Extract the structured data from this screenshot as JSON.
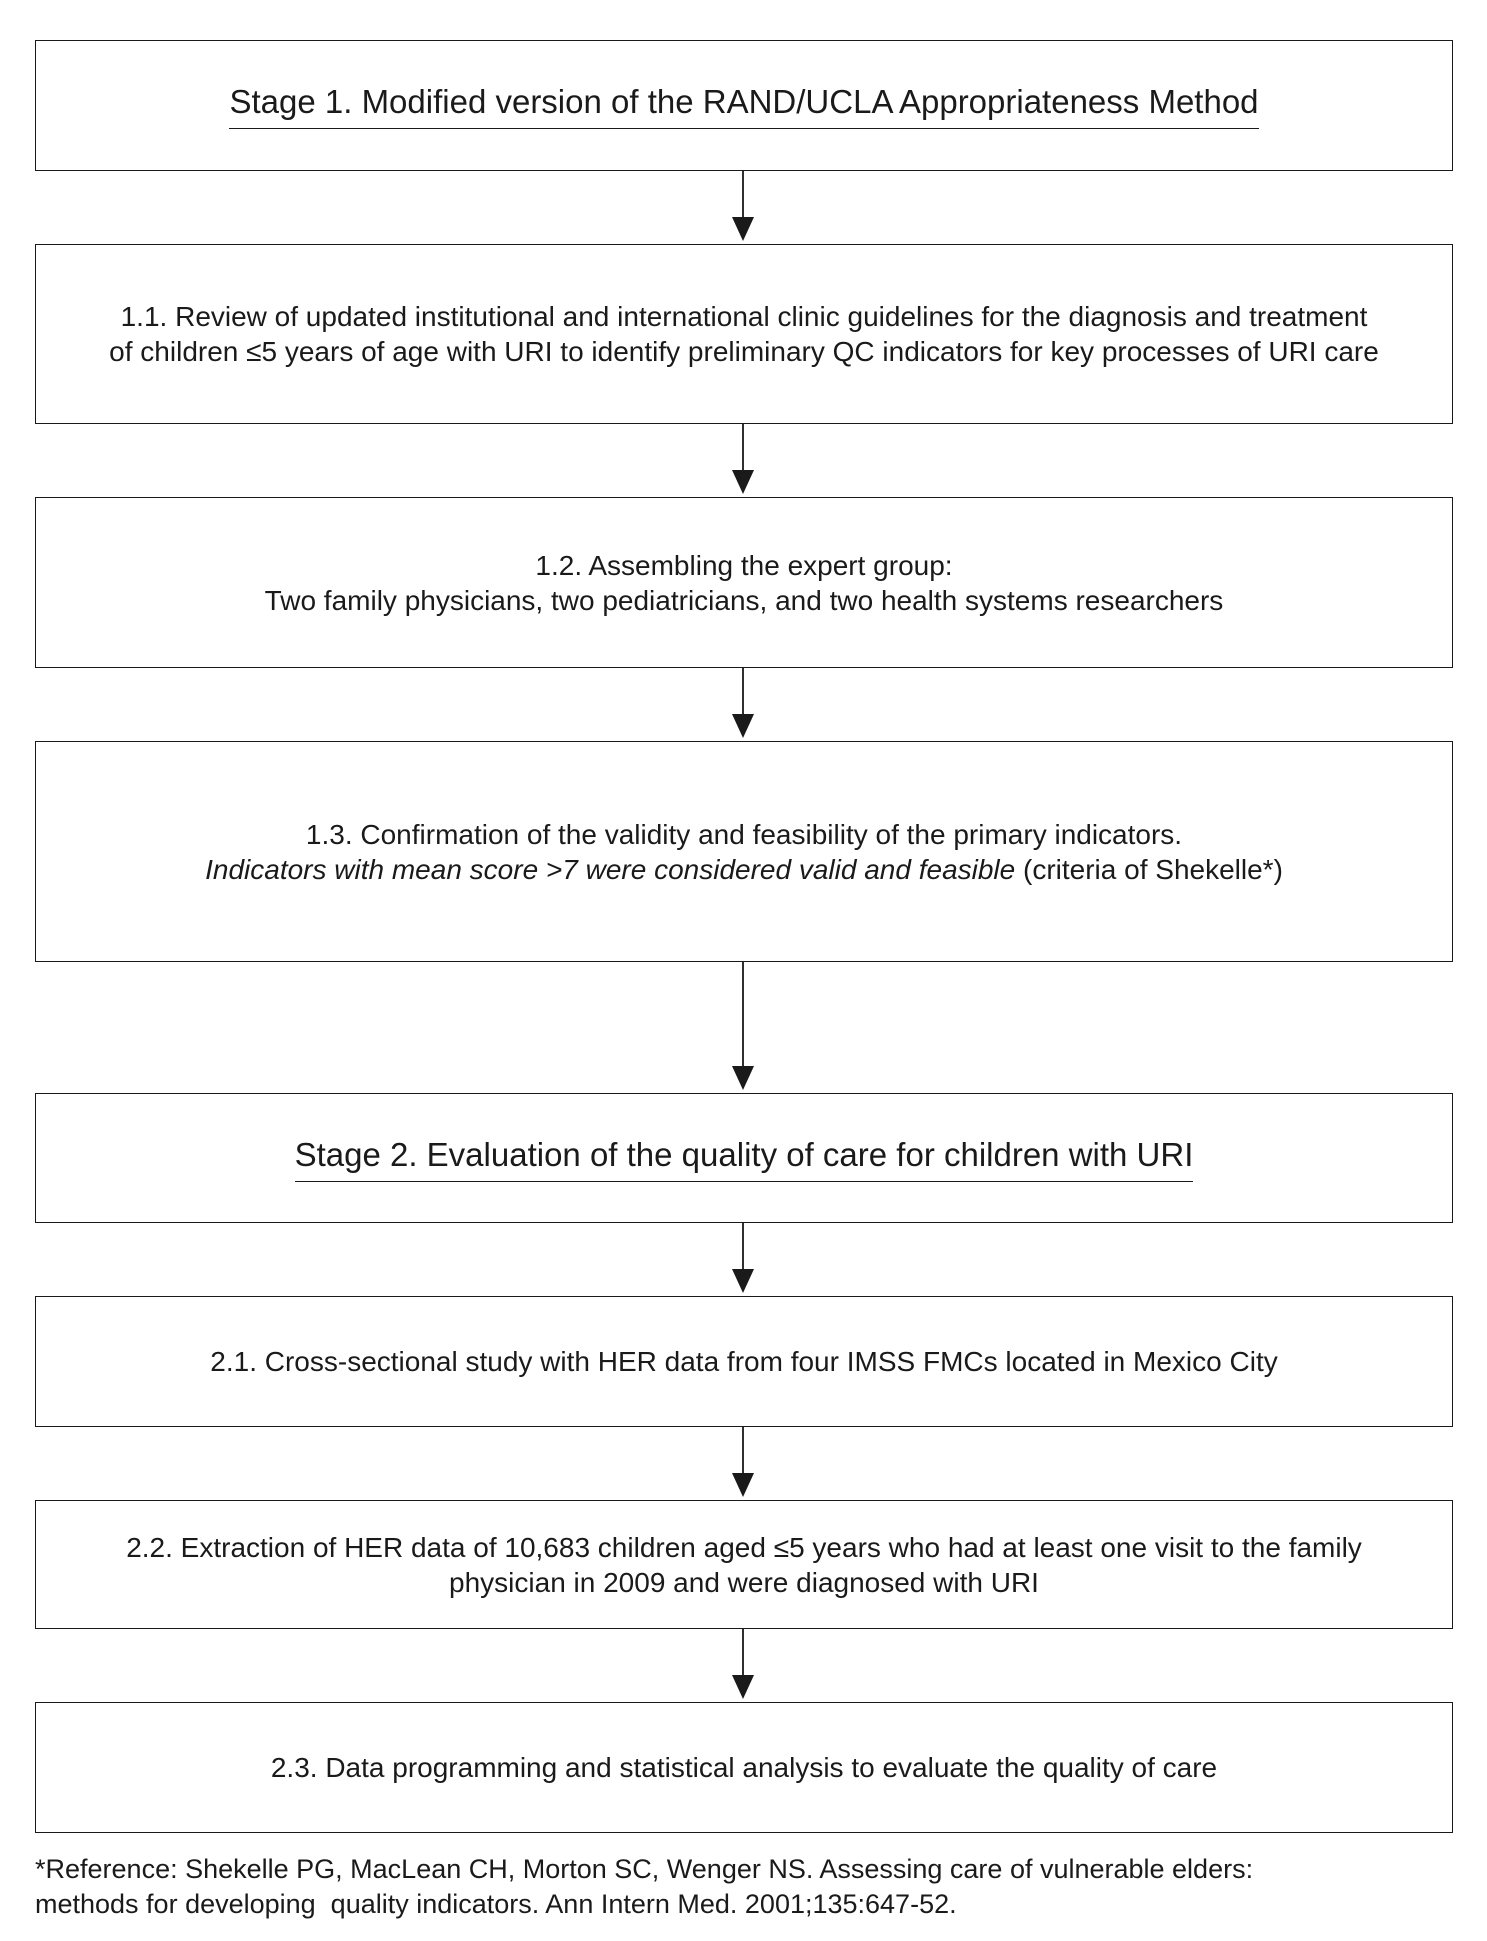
{
  "stage1": {
    "title": "Stage 1. Modified version of the RAND/UCLA Appropriateness Method",
    "step1_1": {
      "line1": "1.1. Review of updated institutional and international clinic guidelines for the diagnosis and treatment",
      "line2": "of children ≤5 years of age with URI to identify preliminary QC indicators for key processes of URI care"
    },
    "step1_2": {
      "line1": "1.2. Assembling the expert group:",
      "line2": "Two family physicians, two pediatricians, and two health systems researchers"
    },
    "step1_3": {
      "line1": "1.3. Confirmation of the validity and feasibility of the primary indicators.",
      "line2_italic": "Indicators with mean score >7 were considered valid and feasible",
      "line2_rest": " (criteria of Shekelle*)"
    }
  },
  "stage2": {
    "title": "Stage 2. Evaluation of the quality of care for children with URI",
    "step2_1": "2.1. Cross-sectional study with HER data from four IMSS FMCs located in Mexico City",
    "step2_2": {
      "line1": "2.2. Extraction of HER data of 10,683 children aged ≤5 years who had at least one visit to the family",
      "line2": "physician in 2009 and were diagnosed with URI"
    },
    "step2_3": "2.3. Data programming and statistical analysis to evaluate the quality of care"
  },
  "footnote": {
    "line1": "*Reference: Shekelle PG, MacLean CH, Morton SC, Wenger NS. Assessing care of vulnerable elders:",
    "line2": "methods for developing  quality indicators. Ann Intern Med. 2001;135:647-52."
  }
}
